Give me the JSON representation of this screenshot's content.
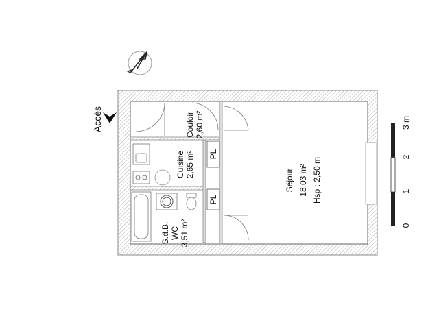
{
  "plan": {
    "access_label": "Accès",
    "rooms": [
      {
        "id": "couloir",
        "name": "Couloir",
        "area": "2,60 m²"
      },
      {
        "id": "cuisine",
        "name": "Cuisine",
        "area": "2,65 m²"
      },
      {
        "id": "sdb",
        "name": "S.d.B.",
        "name2": "WC",
        "area": "3,51 m²"
      },
      {
        "id": "sejour",
        "name": "Séjour",
        "area": "18,03 m²",
        "height": "Hsp : 2,50 m"
      }
    ],
    "pl_labels": [
      "PL",
      "PL"
    ]
  },
  "scale_bar": {
    "ticks": [
      "0",
      "1",
      "2",
      "3 m"
    ]
  },
  "colors": {
    "wall": "#888888",
    "line": "#333333",
    "scale_dark": "#222222"
  }
}
